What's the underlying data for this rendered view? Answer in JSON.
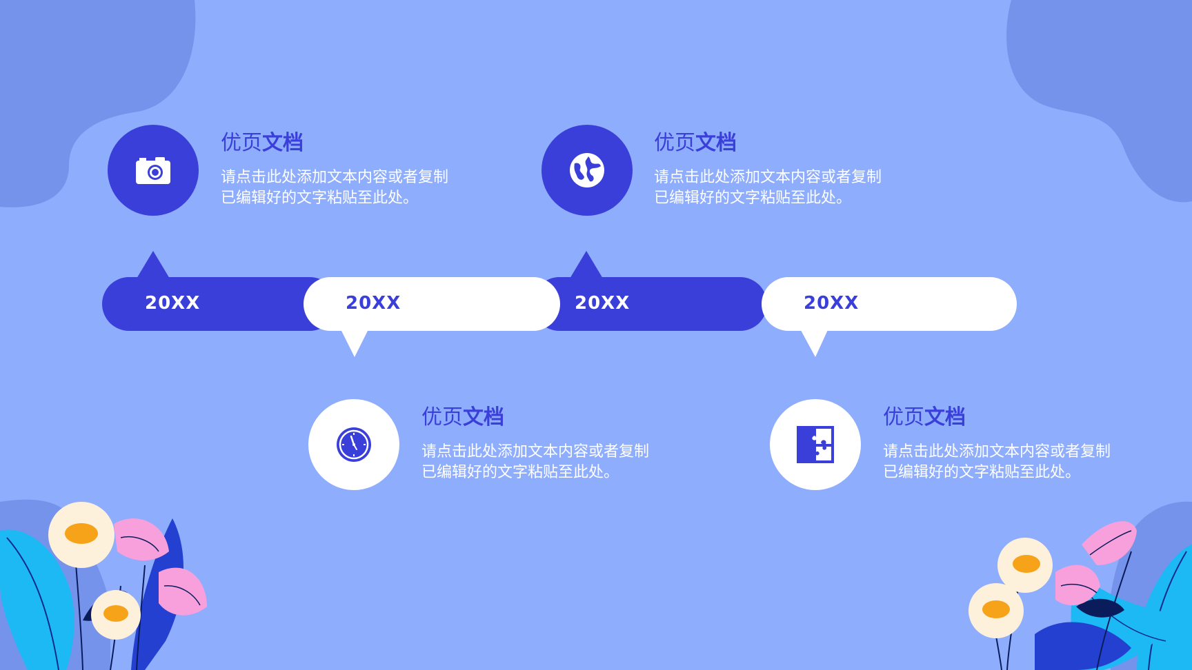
{
  "colors": {
    "background": "#8fadfd",
    "blob": "#7593eb",
    "primary": "#3a3fd9",
    "white": "#ffffff"
  },
  "timeline": [
    {
      "year": "20XX",
      "title_part1": "优页",
      "title_part2": "文档",
      "description": "请点击此处添加文本内容或者复制已编辑好的文字粘贴至此处。",
      "icon": "camera-icon"
    },
    {
      "year": "20XX",
      "title_part1": "优页",
      "title_part2": "文档",
      "description": "请点击此处添加文本内容或者复制已编辑好的文字粘贴至此处。",
      "icon": "clock-icon"
    },
    {
      "year": "20XX",
      "title_part1": "优页",
      "title_part2": "文档",
      "description": "请点击此处添加文本内容或者复制已编辑好的文字粘贴至此处。",
      "icon": "globe-icon"
    },
    {
      "year": "20XX",
      "title_part1": "优页",
      "title_part2": "文档",
      "description": "请点击此处添加文本内容或者复制已编辑好的文字粘贴至此处。",
      "icon": "puzzle-icon"
    }
  ]
}
